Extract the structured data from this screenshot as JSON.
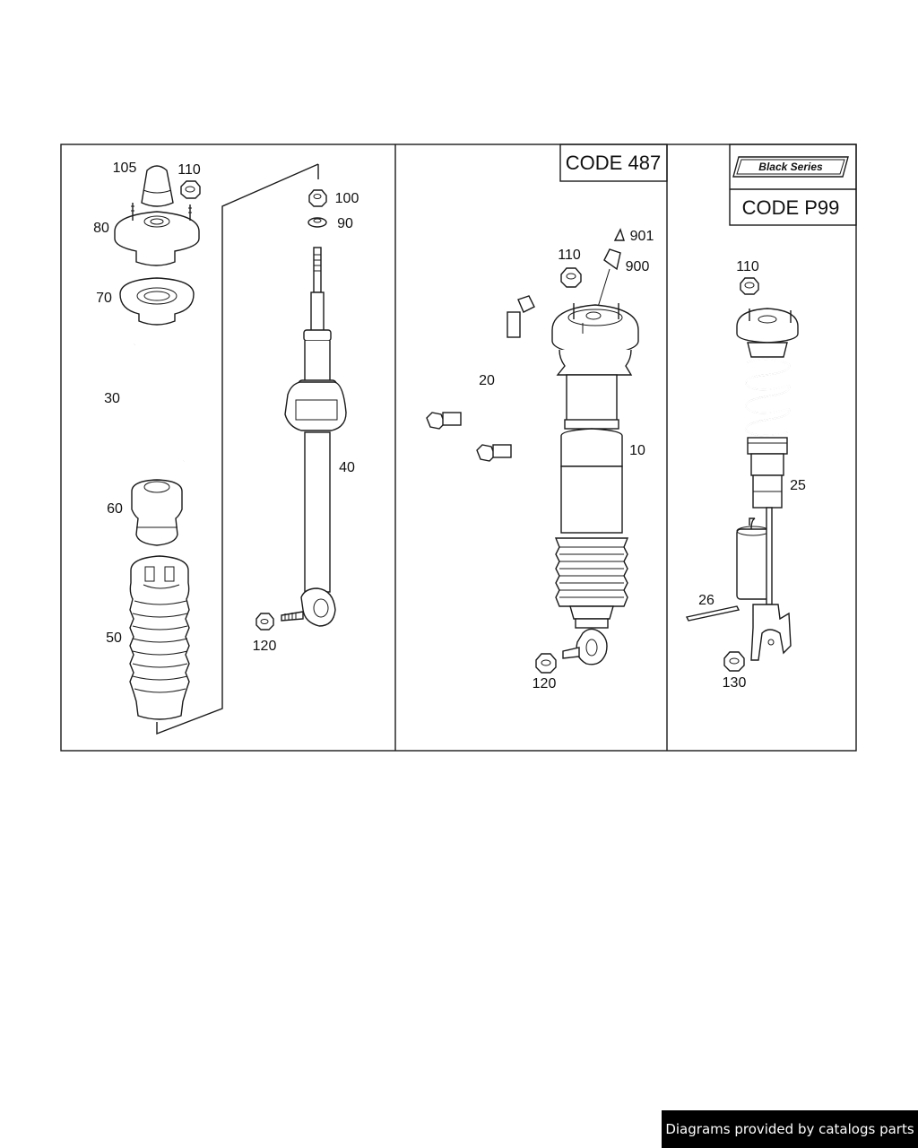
{
  "codes": {
    "code_487": "CODE 487",
    "code_p99": "CODE P99",
    "badge": "Black Series"
  },
  "labels": {
    "l105": "105",
    "l110a": "110",
    "l80": "80",
    "l70": "70",
    "l30": "30",
    "l60": "60",
    "l50": "50",
    "l100": "100",
    "l90": "90",
    "l40": "40",
    "l120a": "120",
    "l901": "901",
    "l900": "900",
    "l110b": "110",
    "l20": "20",
    "l10": "10",
    "l120b": "120",
    "l110c": "110",
    "l25": "25",
    "l26": "26",
    "l130": "130"
  },
  "footer": {
    "text": "Diagrams provided by catalogs parts"
  }
}
